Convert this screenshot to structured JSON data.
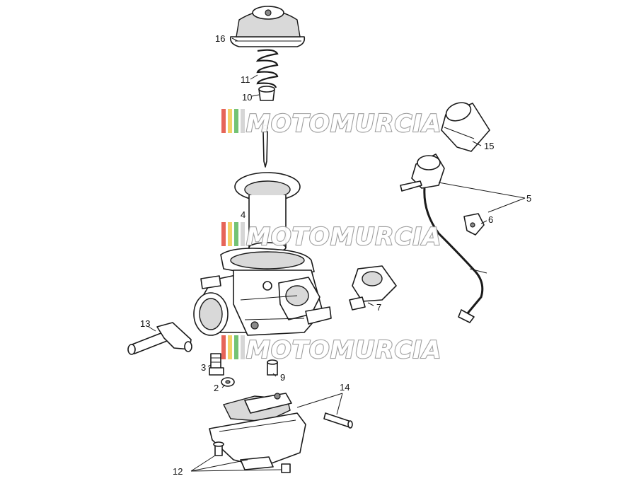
{
  "diagram": {
    "labels": [
      {
        "id": "p16",
        "text": "16"
      },
      {
        "id": "p11",
        "text": "11"
      },
      {
        "id": "p10",
        "text": "10"
      },
      {
        "id": "p15",
        "text": "15"
      },
      {
        "id": "p5",
        "text": "5"
      },
      {
        "id": "p6",
        "text": "6"
      },
      {
        "id": "p4",
        "text": "4"
      },
      {
        "id": "p7",
        "text": "7"
      },
      {
        "id": "p13",
        "text": "13"
      },
      {
        "id": "p3",
        "text": "3"
      },
      {
        "id": "p2",
        "text": "2"
      },
      {
        "id": "p9",
        "text": "9"
      },
      {
        "id": "p14",
        "text": "14"
      },
      {
        "id": "p12",
        "text": "12"
      }
    ]
  },
  "watermark": {
    "text": "MOTOMURCIA",
    "stripe_colors": [
      "#e24a3b",
      "#f2c94c",
      "#5cb85c",
      "#cfcfcf"
    ]
  }
}
